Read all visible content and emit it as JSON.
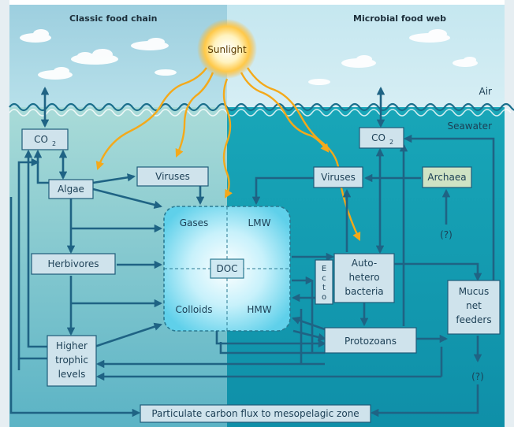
{
  "headings": {
    "left": "Classic food chain",
    "right": "Microbial food web"
  },
  "labels": {
    "sunlight": "Sunlight",
    "air": "Air",
    "seawater": "Seawater"
  },
  "nodes": {
    "co2_left_main": "CO",
    "co2_left_sub": "2",
    "algae": "Algae",
    "viruses_left": "Viruses",
    "herbivores": "Herbivores",
    "higher_1": "Higher",
    "higher_2": "trophic",
    "higher_3": "levels",
    "co2_right_main": "CO",
    "co2_right_sub": "2",
    "viruses_right": "Viruses",
    "archaea": "Archaea",
    "question_1": "(?)",
    "auto_1": "Auto-",
    "auto_2": "hetero",
    "auto_3": "bacteria",
    "ecto_1": "E",
    "ecto_2": "c",
    "ecto_3": "t",
    "ecto_4": "o",
    "mucus_1": "Mucus",
    "mucus_2": "net",
    "mucus_3": "feeders",
    "protozoans": "Protozoans",
    "question_2": "(?)",
    "flux": "Particulate carbon flux to mesopelagic zone"
  },
  "doc": {
    "center": "DOC",
    "gases": "Gases",
    "lmw": "LMW",
    "colloids": "Colloids",
    "hmw": "HMW"
  },
  "colors": {
    "left_bg": "#7fc2cf",
    "right_bg": "#1ca3b7",
    "box_fill": "#cfe3ec",
    "arrow": "#1f6384",
    "sun_ray": "#f4a91a",
    "archaea_fill": "#cfe3c4"
  }
}
